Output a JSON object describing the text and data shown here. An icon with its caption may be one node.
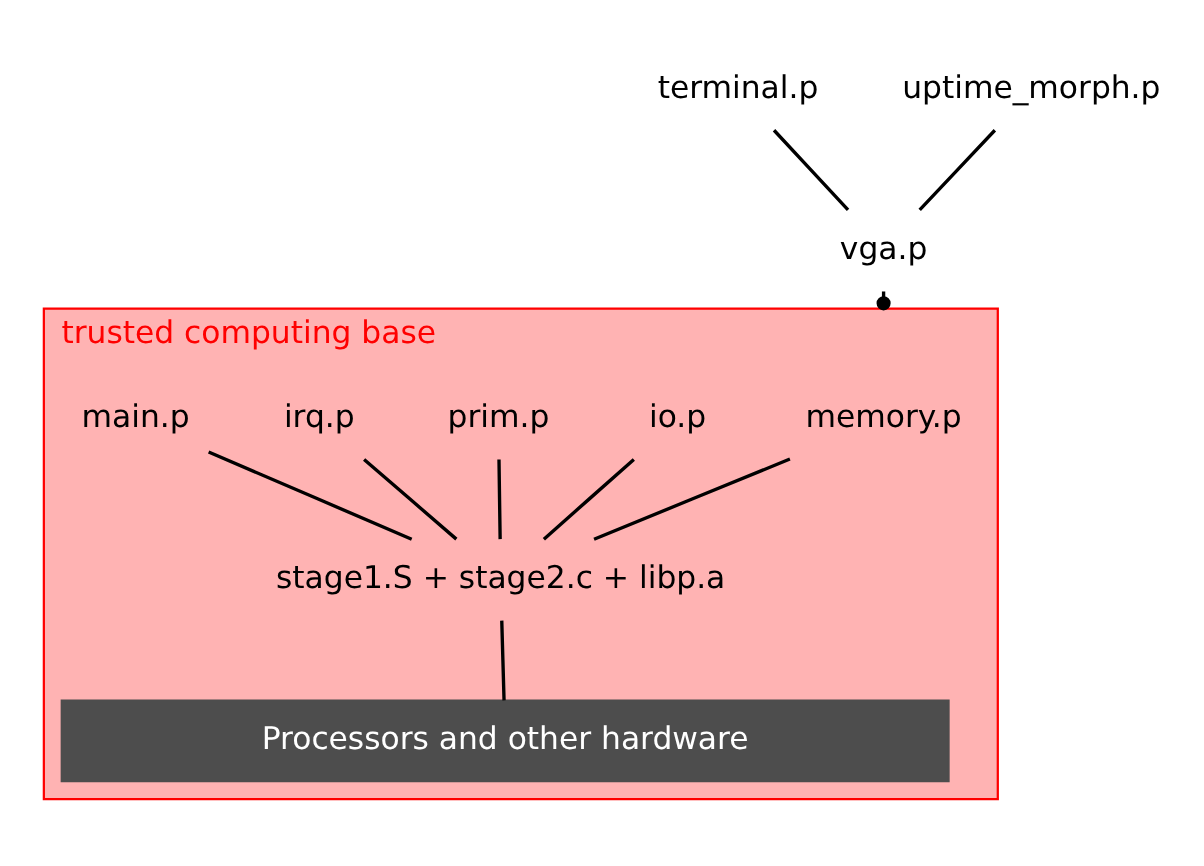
{
  "diagram": {
    "nodes": [
      {
        "text": [
          "terminal.p"
        ]
      },
      {
        "text": [
          "uptime_morph.p"
        ]
      },
      {
        "text": [
          "vga.p"
        ]
      },
      {
        "text": [
          "trusted computing base"
        ]
      },
      {
        "text": [
          "memory.p"
        ],
        "in": 3
      },
      {
        "text": [
          "io.p"
        ],
        "in": 3
      },
      {
        "text": [
          "prim.p"
        ],
        "in": 3
      },
      {
        "text": [
          "irq.p"
        ],
        "in": 3
      },
      {
        "text": [
          "main.p"
        ],
        "in": 3
      },
      {
        "text": [
          "stage1.S + stage2.c + libp.a"
        ],
        "in": 3
      },
      {
        "text": [
          "Processors and other hardware"
        ],
        "in": 3
      }
    ],
    "edges": [
      {
        "from": 0,
        "to": 2,
        "arrow": "none"
      },
      {
        "from": 1,
        "to": 2,
        "arrow": "none"
      },
      {
        "from": 2,
        "to": 3,
        "arrow": "other"
      },
      {
        "from": 4,
        "to": 9,
        "arrow": "none"
      },
      {
        "from": 5,
        "to": 9,
        "arrow": "none"
      },
      {
        "from": 6,
        "to": 9,
        "arrow": "none"
      },
      {
        "from": 7,
        "to": 9,
        "arrow": "none"
      },
      {
        "from": 8,
        "to": 9,
        "arrow": "none"
      },
      {
        "from": 9,
        "to": 10,
        "arrow": "none"
      }
    ]
  }
}
